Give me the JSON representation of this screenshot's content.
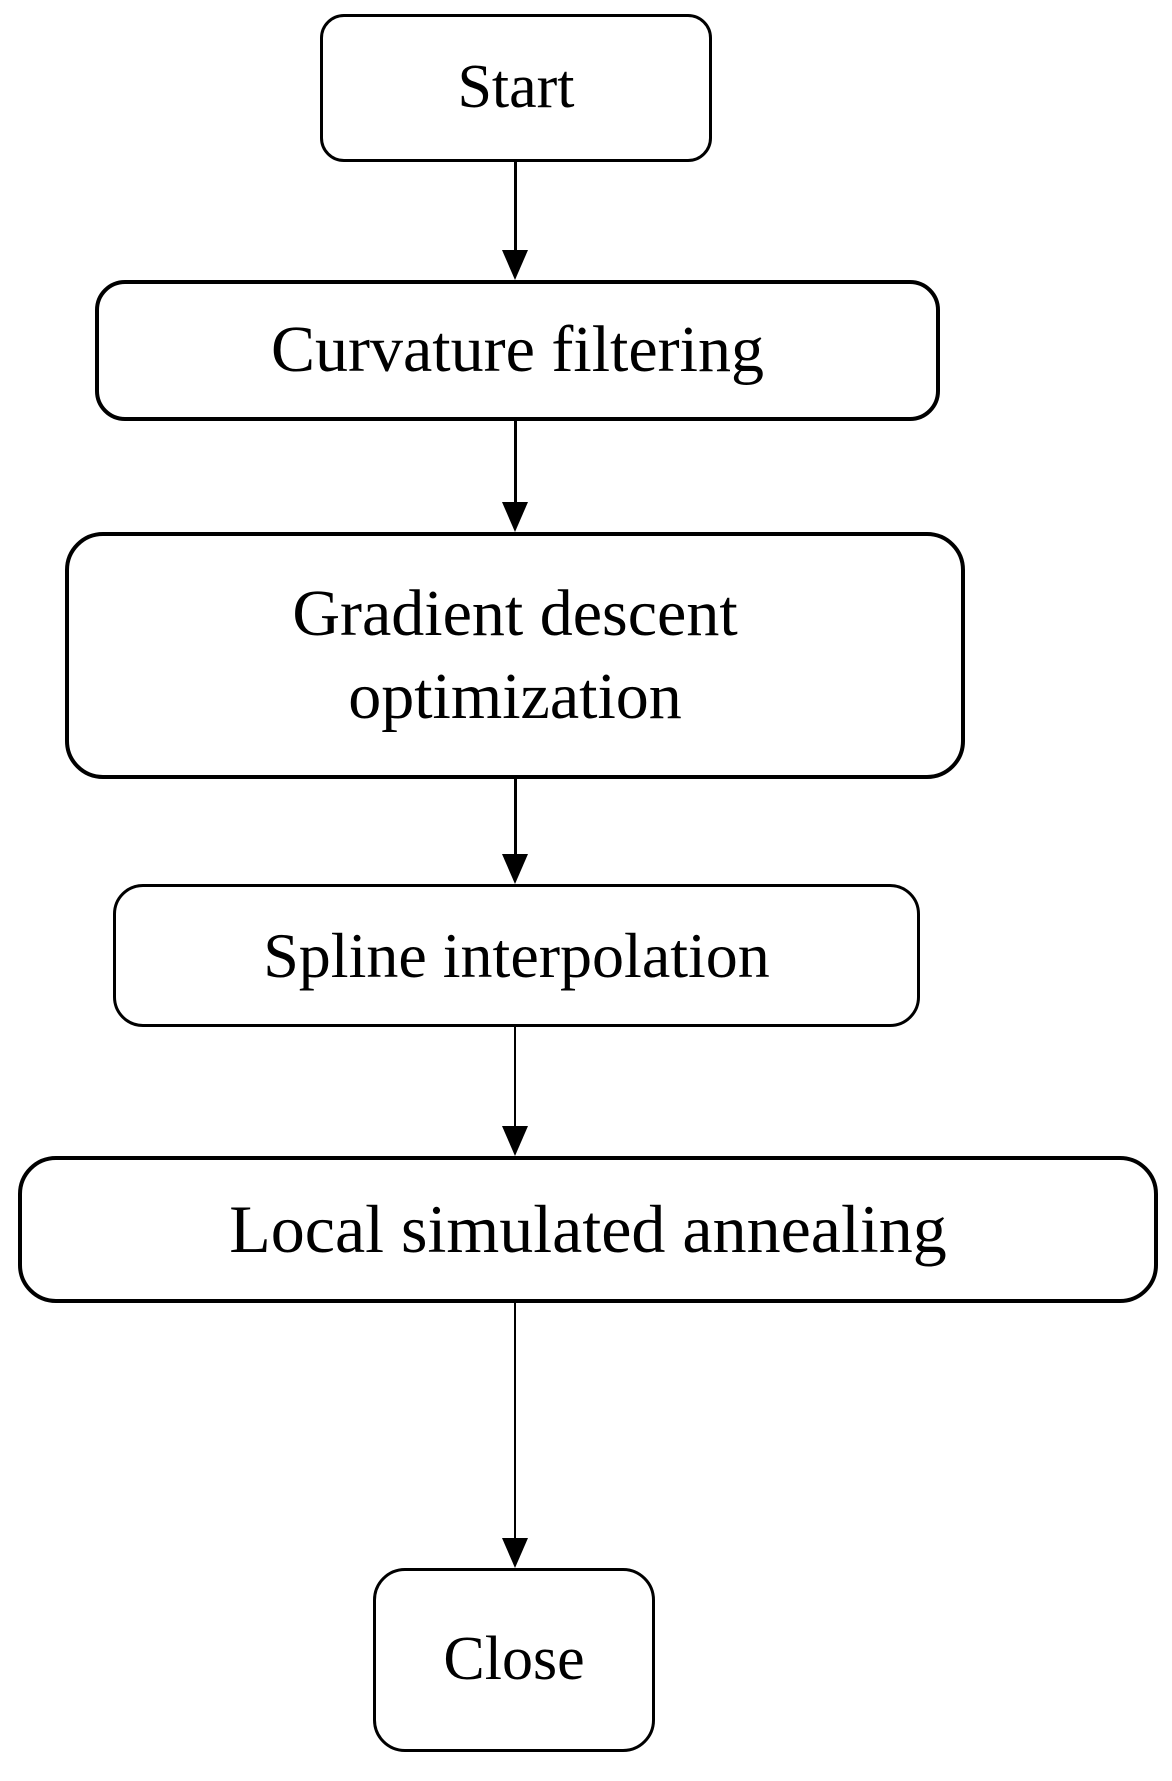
{
  "flowchart": {
    "type": "vertical-flowchart",
    "colors": {
      "background": "#ffffff",
      "box_border": "#000000",
      "box_fill": "#ffffff",
      "text": "#000000",
      "arrow": "#000000"
    },
    "nodes": [
      {
        "id": "start",
        "label": "Start"
      },
      {
        "id": "curvature-filtering",
        "label": "Curvature filtering"
      },
      {
        "id": "gradient-descent",
        "label": "Gradient descent optimization"
      },
      {
        "id": "spline-interpolation",
        "label": "Spline interpolation"
      },
      {
        "id": "local-simulated-annealing",
        "label": "Local simulated annealing"
      },
      {
        "id": "close",
        "label": "Close"
      }
    ],
    "edges": [
      {
        "from": "start",
        "to": "curvature-filtering"
      },
      {
        "from": "curvature-filtering",
        "to": "gradient-descent"
      },
      {
        "from": "gradient-descent",
        "to": "spline-interpolation"
      },
      {
        "from": "spline-interpolation",
        "to": "local-simulated-annealing"
      },
      {
        "from": "local-simulated-annealing",
        "to": "close"
      }
    ]
  }
}
